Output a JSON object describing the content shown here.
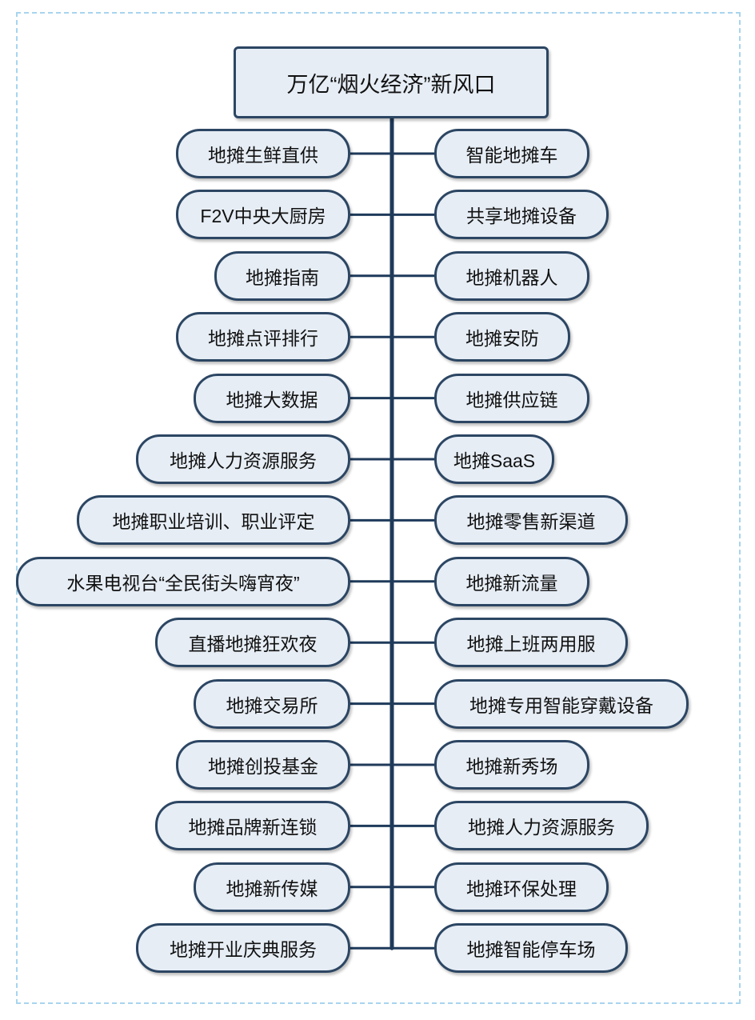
{
  "title": "万亿“烟火经济”新风口",
  "left_items": [
    "地摊生鲜直供",
    "F2V中央大厨房",
    "地摊指南",
    "地摊点评排行",
    "地摊大数据",
    "地摊人力资源服务",
    "地摊职业培训、职业评定",
    "水果电视台“全民街头嗨宵夜”",
    "直播地摊狂欢夜",
    "地摊交易所",
    "地摊创投基金",
    "地摊品牌新连锁",
    "地摊新传媒",
    "地摊开业庆典服务"
  ],
  "right_items": [
    "智能地摊车",
    "共享地摊设备",
    "地摊机器人",
    "地摊安防",
    "地摊供应链",
    "地摊SaaS",
    "地摊零售新渠道",
    "地摊新流量",
    "地摊上班两用服",
    "地摊专用智能穿戴设备",
    "地摊新秀场",
    "地摊人力资源服务",
    "地摊环保处理",
    "地摊智能停车场"
  ],
  "colors": {
    "node_fill": "#e6edf5",
    "node_border": "#2c4663",
    "trunk": "#1f3a5a",
    "frame": "#a8d4ee"
  }
}
